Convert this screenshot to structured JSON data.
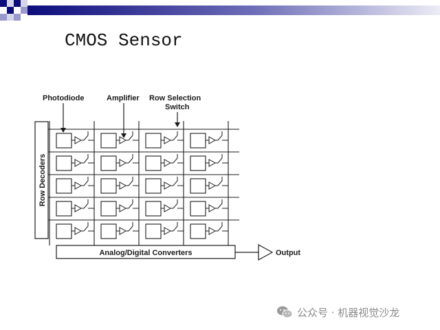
{
  "slide": {
    "title": "CMOS Sensor",
    "header_colors": {
      "dark": "#0c0c7c",
      "light": "#ececf6"
    }
  },
  "diagram": {
    "grid": {
      "rows": 5,
      "cols": 4
    },
    "labels": {
      "photodiode": "Photodiode",
      "amplifier": "Amplifier",
      "row_selection_line1": "Row Selection",
      "row_selection_line2": "Switch",
      "row_decoders": "Row Decoders",
      "adc": "Analog/Digital Converters",
      "output": "Output"
    }
  },
  "watermark": {
    "icon": "wechat-icon",
    "text": "公众号 · 机器视觉沙龙"
  }
}
